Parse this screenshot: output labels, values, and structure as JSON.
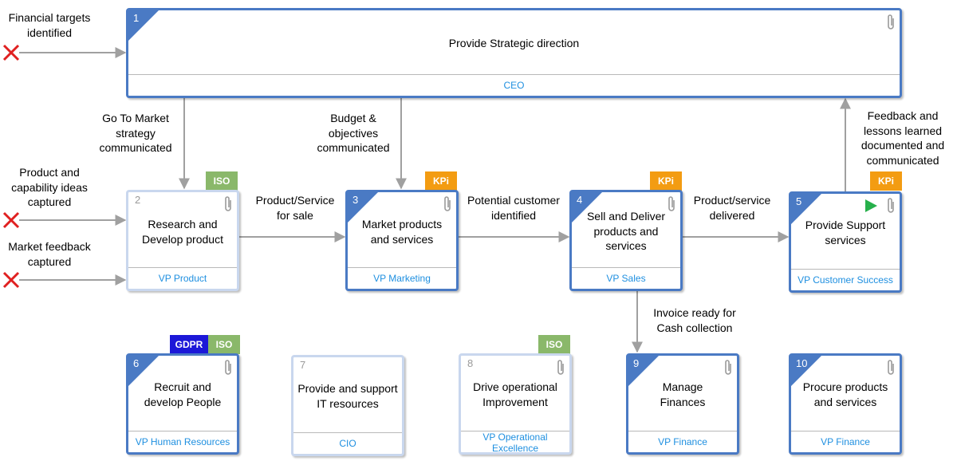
{
  "processes": [
    {
      "number": "1",
      "title": "Provide Strategic direction",
      "owner": "CEO"
    },
    {
      "number": "2",
      "title": "Research and\nDevelop product",
      "owner": "VP Product",
      "tags": [
        "ISO"
      ]
    },
    {
      "number": "3",
      "title": "Market products\nand services",
      "owner": "VP Marketing",
      "tags": [
        "KPi"
      ]
    },
    {
      "number": "4",
      "title": "Sell and Deliver\nproducts and\nservices",
      "owner": "VP Sales",
      "tags": [
        "KPi"
      ]
    },
    {
      "number": "5",
      "title": "Provide Support\nservices",
      "owner": "VP Customer Success",
      "tags": [
        "KPi"
      ]
    },
    {
      "number": "6",
      "title": "Recruit and\ndevelop People",
      "owner": "VP Human Resources",
      "tags": [
        "GDPR",
        "ISO"
      ]
    },
    {
      "number": "7",
      "title": "Provide and support\nIT resources",
      "owner": "CIO"
    },
    {
      "number": "8",
      "title": "Drive operational\nImprovement",
      "owner": "VP Operational\nExcellence",
      "tags": [
        "ISO"
      ]
    },
    {
      "number": "9",
      "title": "Manage\nFinances",
      "owner": "VP Finance"
    },
    {
      "number": "10",
      "title": "Procure products\nand services",
      "owner": "VP Finance"
    }
  ],
  "flow_labels": {
    "financial_targets": "Financial targets\nidentified",
    "product_ideas": "Product and\ncapability ideas\ncaptured",
    "market_feedback": "Market feedback\ncaptured",
    "gtm_strategy": "Go To Market\nstrategy\ncommunicated",
    "budget": "Budget &\nobjectives\ncommunicated",
    "product_for_sale": "Product/Service\nfor sale",
    "potential_customer": "Potential customer\nidentified",
    "service_delivered": "Product/service\ndelivered",
    "feedback_lessons": "Feedback and\nlessons learned\ndocumented and\ncommunicated",
    "invoice_ready": "Invoice ready for\nCash collection"
  },
  "colors": {
    "box_border": "#4a7ac4",
    "owner_text": "#1e8fe0",
    "arrow": "#a0a0a0",
    "iso_tag": "#8ab86a",
    "kpi_tag": "#f39c12",
    "gdpr_tag": "#1c18d8",
    "start_marker": "#e02020",
    "play_icon": "#27b04b"
  },
  "icons": {
    "attachment": "paperclip-icon",
    "start_event": "x-mark-icon",
    "play": "play-icon"
  }
}
